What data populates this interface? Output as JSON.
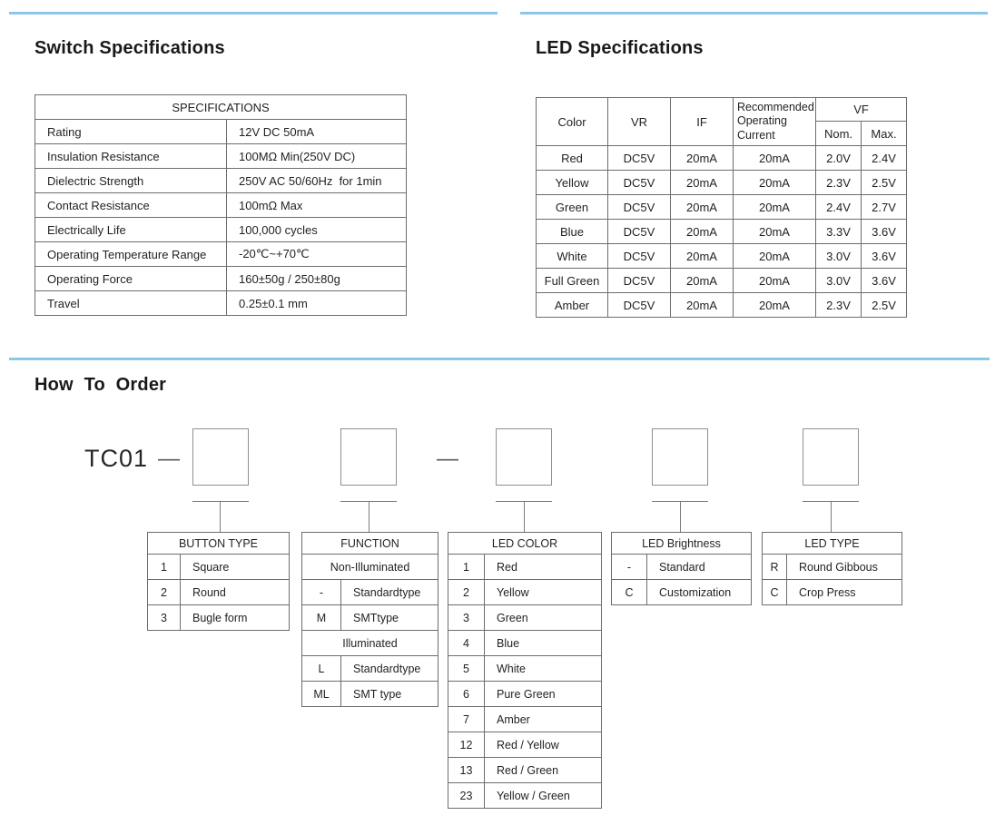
{
  "accent": {
    "rule_color": "#8cc7e9"
  },
  "switch_section": {
    "title": "Switch Specifications",
    "table_header": "SPECIFICATIONS",
    "rows": [
      {
        "label": "Rating",
        "value": "12V DC 50mA"
      },
      {
        "label": "Insulation Resistance",
        "value": "100MΩ Min(250V DC)"
      },
      {
        "label": "Dielectric Strength",
        "value": "250V AC 50/60Hz  for 1min"
      },
      {
        "label": "Contact Resistance",
        "value": "100mΩ Max"
      },
      {
        "label": "Electrically Life",
        "value": "100,000 cycles"
      },
      {
        "label": "Operating Temperature Range",
        "value": "-20℃~+70℃"
      },
      {
        "label": "Operating Force",
        "value": "160±50g / 250±80g"
      },
      {
        "label": "Travel",
        "value": "0.25±0.1 mm"
      }
    ]
  },
  "led_section": {
    "title": "LED Specifications",
    "headers": {
      "color": "Color",
      "vr": "VR",
      "if": "IF",
      "recommended": "Recommended Operating Current",
      "vf": "VF",
      "nom": "Nom.",
      "max": "Max."
    },
    "rows": [
      [
        "Red",
        "DC5V",
        "20mA",
        "20mA",
        "2.0V",
        "2.4V"
      ],
      [
        "Yellow",
        "DC5V",
        "20mA",
        "20mA",
        "2.3V",
        "2.5V"
      ],
      [
        "Green",
        "DC5V",
        "20mA",
        "20mA",
        "2.4V",
        "2.7V"
      ],
      [
        "Blue",
        "DC5V",
        "20mA",
        "20mA",
        "3.3V",
        "3.6V"
      ],
      [
        "White",
        "DC5V",
        "20mA",
        "20mA",
        "3.0V",
        "3.6V"
      ],
      [
        "Full Green",
        "DC5V",
        "20mA",
        "20mA",
        "3.0V",
        "3.6V"
      ],
      [
        "Amber",
        "DC5V",
        "20mA",
        "20mA",
        "2.3V",
        "2.5V"
      ]
    ]
  },
  "order_section": {
    "title": "How To Order",
    "model_prefix": "TC01",
    "separator": "—",
    "button_type": {
      "title": "BUTTON TYPE",
      "rows": [
        [
          "1",
          "Square"
        ],
        [
          "2",
          "Round"
        ],
        [
          "3",
          "Bugle form"
        ]
      ]
    },
    "function": {
      "title": "FUNCTION",
      "group1": "Non-Illuminated",
      "rows1": [
        [
          "-",
          "Standardtype"
        ],
        [
          "M",
          "SMTtype"
        ]
      ],
      "group2": "Illuminated",
      "rows2": [
        [
          "L",
          "Standardtype"
        ],
        [
          "ML",
          "SMT type"
        ]
      ]
    },
    "led_color": {
      "title": "LED COLOR",
      "rows": [
        [
          "1",
          "Red"
        ],
        [
          "2",
          "Yellow"
        ],
        [
          "3",
          "Green"
        ],
        [
          "4",
          "Blue"
        ],
        [
          "5",
          "White"
        ],
        [
          "6",
          "Pure Green"
        ],
        [
          "7",
          "Amber"
        ],
        [
          "12",
          "Red / Yellow"
        ],
        [
          "13",
          "Red / Green"
        ],
        [
          "23",
          "Yellow / Green"
        ]
      ]
    },
    "led_brightness": {
      "title": "LED Brightness",
      "rows": [
        [
          "-",
          "Standard"
        ],
        [
          "C",
          "Customization"
        ]
      ]
    },
    "led_type": {
      "title": "LED TYPE",
      "rows": [
        [
          "R",
          "Round Gibbous"
        ],
        [
          "C",
          "Crop Press"
        ]
      ]
    }
  }
}
